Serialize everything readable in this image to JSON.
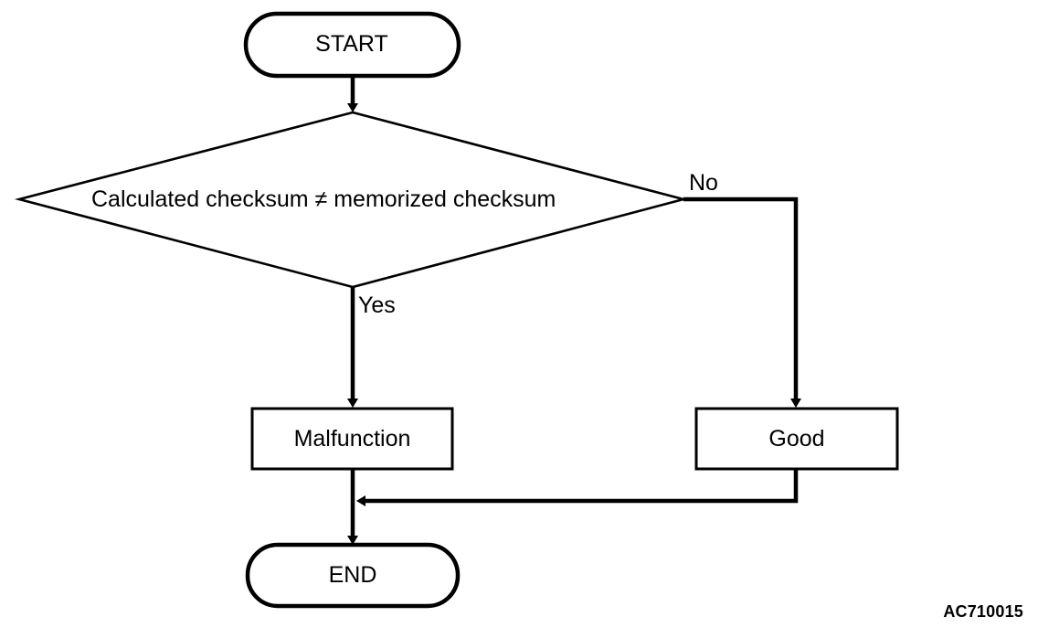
{
  "diagram": {
    "type": "flowchart",
    "title": "",
    "code": "AC710015",
    "nodes": {
      "start": {
        "label": "START",
        "shape": "terminator"
      },
      "decision": {
        "label": "Calculated checksum ≠ memorized checksum",
        "shape": "diamond"
      },
      "malfunction": {
        "label": "Malfunction",
        "shape": "process"
      },
      "good": {
        "label": "Good",
        "shape": "process"
      },
      "end": {
        "label": "END",
        "shape": "terminator"
      }
    },
    "edges": {
      "yes_label": "Yes",
      "no_label": "No"
    },
    "colors": {
      "stroke": "#000000",
      "fill": "#ffffff",
      "text": "#000000"
    }
  }
}
